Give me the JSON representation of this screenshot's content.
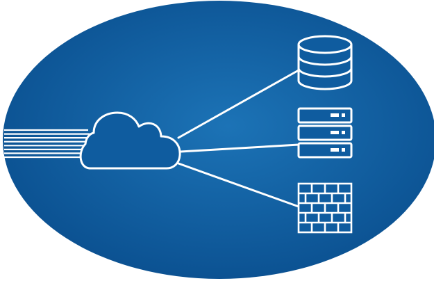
{
  "diagram": {
    "colors": {
      "background": "#ffffff",
      "ellipse_center": "#1c73b6",
      "ellipse_edge": "#0a4f8f",
      "line": "#ffffff",
      "icon_fill": "#0f5c9f"
    },
    "nodes": [
      {
        "id": "cloud",
        "icon": "cloud-icon"
      },
      {
        "id": "database",
        "icon": "database-icon"
      },
      {
        "id": "server-stack",
        "icon": "server-stack-icon"
      },
      {
        "id": "firewall",
        "icon": "firewall-icon"
      }
    ],
    "edges": [
      {
        "from": "cloud",
        "to": "database"
      },
      {
        "from": "cloud",
        "to": "server-stack"
      },
      {
        "from": "cloud",
        "to": "firewall"
      }
    ],
    "incoming_streams": {
      "count": 8,
      "icon": "data-stream-lines"
    }
  }
}
